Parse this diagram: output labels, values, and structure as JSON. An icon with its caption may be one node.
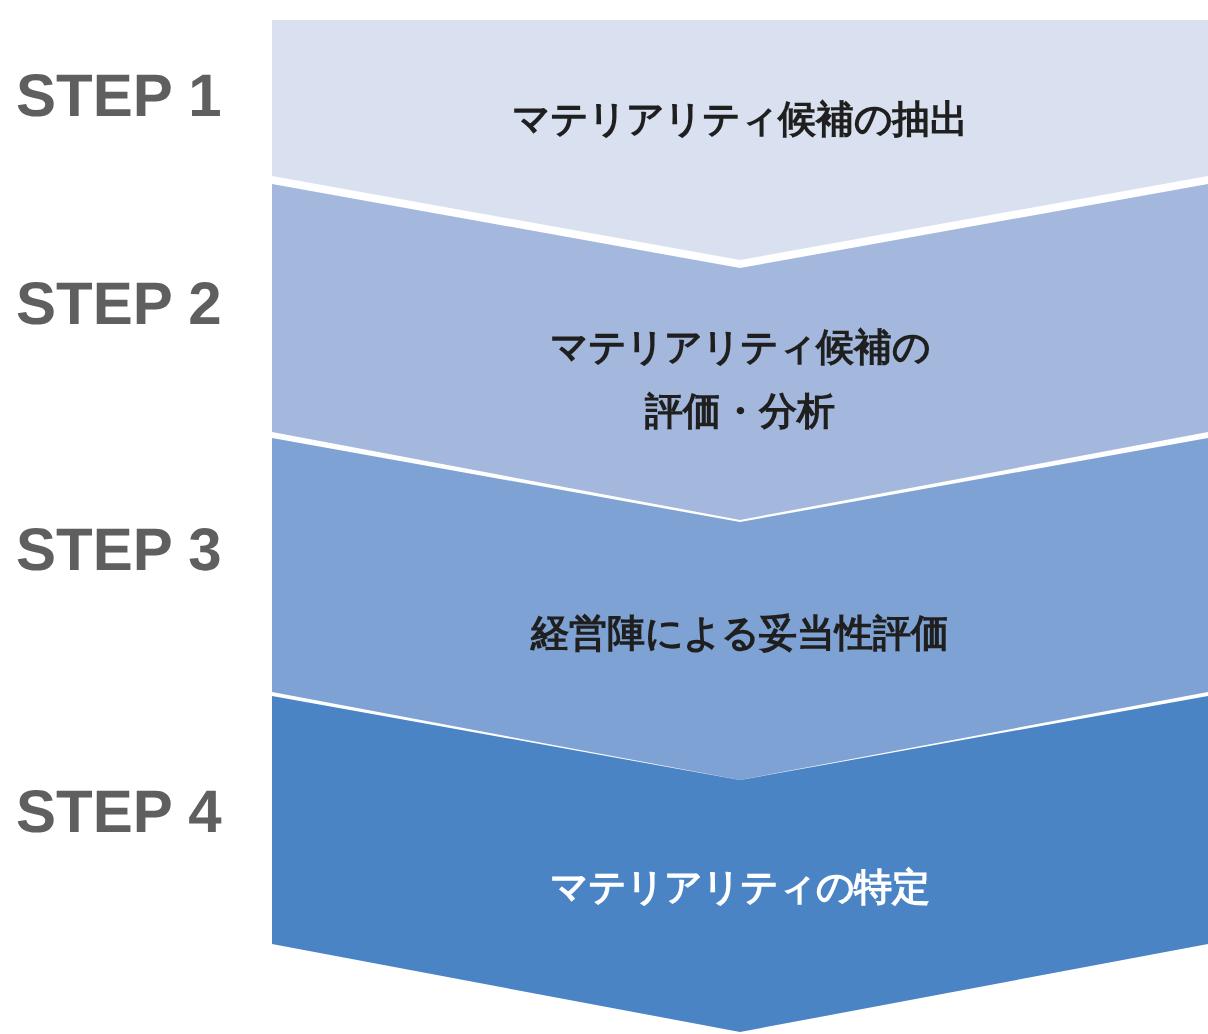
{
  "diagram": {
    "nodes": [
      {
        "text": [
          "マテリアリティ候補の抽出"
        ],
        "beside": [
          "STEP 1"
        ]
      },
      {
        "text": [
          "マテリアリティ候補の評価・分析"
        ],
        "beside": [
          "STEP 2"
        ]
      },
      {
        "text": [
          "経営陣による妥当性評価"
        ],
        "beside": [
          "STEP 3"
        ]
      },
      {
        "text": [
          "マテリアリティの特定"
        ],
        "beside": [
          "STEP 4"
        ]
      }
    ]
  }
}
